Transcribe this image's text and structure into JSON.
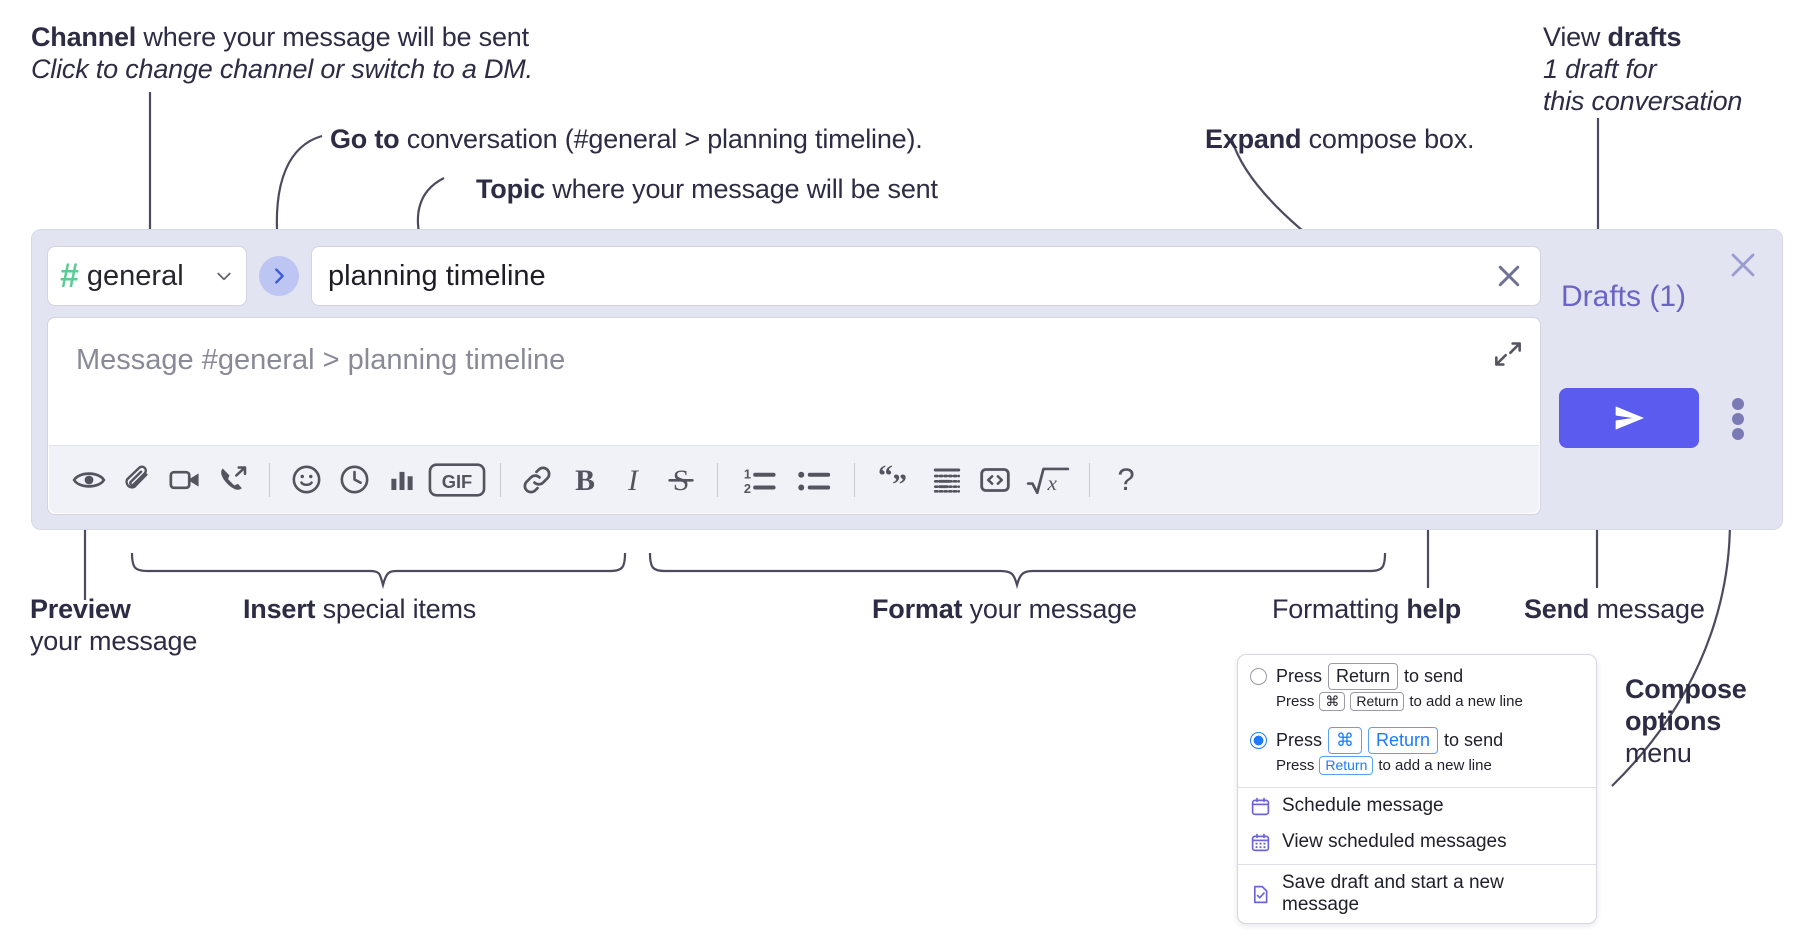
{
  "annotations": {
    "channel": {
      "bold": "Channel",
      "rest": " where your message will be sent",
      "italic": "Click to change channel or switch to a DM."
    },
    "goto": {
      "bold": "Go to",
      "rest": " conversation (#general > planning timeline)."
    },
    "topic": {
      "bold": "Topic",
      "rest": " where your message will be sent"
    },
    "expand": {
      "bold": "Expand",
      "rest": " compose box."
    },
    "drafts": {
      "plain": "View ",
      "bold": "drafts",
      "italic1": "1 draft for",
      "italic2": "this conversation"
    },
    "preview": {
      "bold": "Preview",
      "rest": "your message"
    },
    "insert": {
      "bold": "Insert",
      "rest": " special items"
    },
    "format": {
      "bold": "Format",
      "rest": " your message"
    },
    "help": {
      "plain": "Formatting ",
      "bold": "help"
    },
    "send": {
      "bold": "Send",
      "rest": " message"
    },
    "compose_options": {
      "bold1": "Compose",
      "bold2": "options",
      "rest": "menu"
    }
  },
  "compose": {
    "channel_name": "general",
    "channel_hash": "#",
    "topic_value": "planning timeline",
    "message_placeholder": "Message #general > planning timeline",
    "drafts_label": "Drafts (1)",
    "icons": {
      "chevron_down": "chevron-down-icon",
      "goto": "goto-chevron-icon",
      "clear_topic": "close-icon",
      "expand": "expand-icon",
      "close_widget": "close-icon",
      "send": "send-icon",
      "kebab": "more-options-icon"
    },
    "toolbar": [
      {
        "name": "preview-icon",
        "label": "Preview"
      },
      {
        "name": "attachment-icon",
        "label": "Attach file"
      },
      {
        "name": "video-icon",
        "label": "Record video clip"
      },
      {
        "name": "huddle-icon",
        "label": "Start huddle"
      },
      {
        "name": "separator",
        "label": ""
      },
      {
        "name": "emoji-icon",
        "label": "Emoji"
      },
      {
        "name": "clock-icon",
        "label": "Schedule"
      },
      {
        "name": "poll-icon",
        "label": "Poll"
      },
      {
        "name": "gif-icon",
        "label": "GIF"
      },
      {
        "name": "separator",
        "label": ""
      },
      {
        "name": "link-icon",
        "label": "Link"
      },
      {
        "name": "bold-icon",
        "label": "B"
      },
      {
        "name": "italic-icon",
        "label": "I"
      },
      {
        "name": "strikethrough-icon",
        "label": "S"
      },
      {
        "name": "separator",
        "label": ""
      },
      {
        "name": "ordered-list-icon",
        "label": "Ordered list"
      },
      {
        "name": "bulleted-list-icon",
        "label": "Bulleted list"
      },
      {
        "name": "separator",
        "label": ""
      },
      {
        "name": "blockquote-icon",
        "label": "Blockquote"
      },
      {
        "name": "code-block-icon",
        "label": "Code block"
      },
      {
        "name": "inline-code-icon",
        "label": "Code"
      },
      {
        "name": "math-icon",
        "label": "LaTeX"
      },
      {
        "name": "separator",
        "label": ""
      },
      {
        "name": "help-icon",
        "label": "?"
      }
    ]
  },
  "options_menu": {
    "radio_1": {
      "selected": false,
      "prefix": "Press",
      "key": "Return",
      "suffix": "to send",
      "sub_prefix": "Press",
      "sub_key_1": "⌘",
      "sub_key_2": "Return",
      "sub_suffix": "to add a new line"
    },
    "radio_2": {
      "selected": true,
      "prefix": "Press",
      "key_1": "⌘",
      "key_2": "Return",
      "suffix": "to send",
      "sub_prefix": "Press",
      "sub_key": "Return",
      "sub_suffix": "to add a new line"
    },
    "actions": [
      {
        "icon": "calendar-icon",
        "label": "Schedule message"
      },
      {
        "icon": "calendar-grid-icon",
        "label": "View scheduled messages"
      },
      {
        "icon": "save-draft-icon",
        "label": "Save draft and start a new message"
      }
    ]
  },
  "colors": {
    "widget_bg": "#e3e4f1",
    "send_button": "#5b5bf0",
    "hash_green": "#5ecb96",
    "goto_circle": "#bdc6f2",
    "drafts_purple": "#6a64c4",
    "accent_blue": "#1d7afc",
    "menu_icon_purple": "#6b63d6",
    "annotation_text": "#2e2c44"
  }
}
